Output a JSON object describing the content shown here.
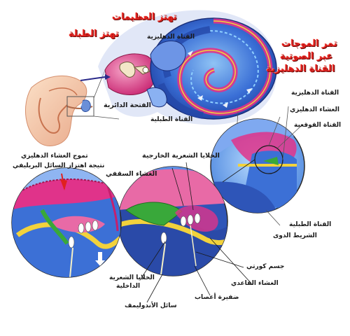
{
  "labels": {
    "ossicles_vibrate": "تهتز العظيمات",
    "eardrum_vibrates": "تهتز الطبلة",
    "waves_travel_line1": "تمر الموجات",
    "waves_travel_line2": "عبر الصوتية",
    "waves_travel_line3": "القناة الدهليزية",
    "vestibular_canal_top": "القناة الدهليزية",
    "round_window": "الفتحة الدائرية",
    "tympanic_canal_top": "القناة الطبلية",
    "vestibular_canal_right": "القناة الدهليزية",
    "vestibular_membrane_right": "الغشاء الدهليزي",
    "cochlear_duct": "القناة القوقعية",
    "outer_hair_cells": "الخلايا الشعرية الخارجية",
    "tectorial_membrane": "الغشاء السقفي",
    "vestibular_membrane_wave_line1": "تموج الغشاء الدهليزي",
    "vestibular_membrane_wave_line2": "نتيجة اهتزاز السائل البريليفي",
    "tympanic_canal_bottom": "القناة الطبلية",
    "spiral_ligament": "الشريط الدوى",
    "organ_of_corti": "جسم كورتي",
    "basilar_membrane": "الغشاء القاعدي",
    "nerve_fiber": "ضفيرة أعصاب",
    "inner_hair_cells_line1": "الخلايا الشعرية",
    "inner_hair_cells_line2": "الداخلية",
    "endolymph": "سائل الأندوليمف"
  },
  "colors": {
    "cochlea_blue": "#2d57c4",
    "vestibular_pink": "#e0338a",
    "label_red": "#e0211e",
    "membrane_yellow": "#f2d23c",
    "tectorial_green": "#39a83a",
    "skin": "#f3c9a3"
  }
}
